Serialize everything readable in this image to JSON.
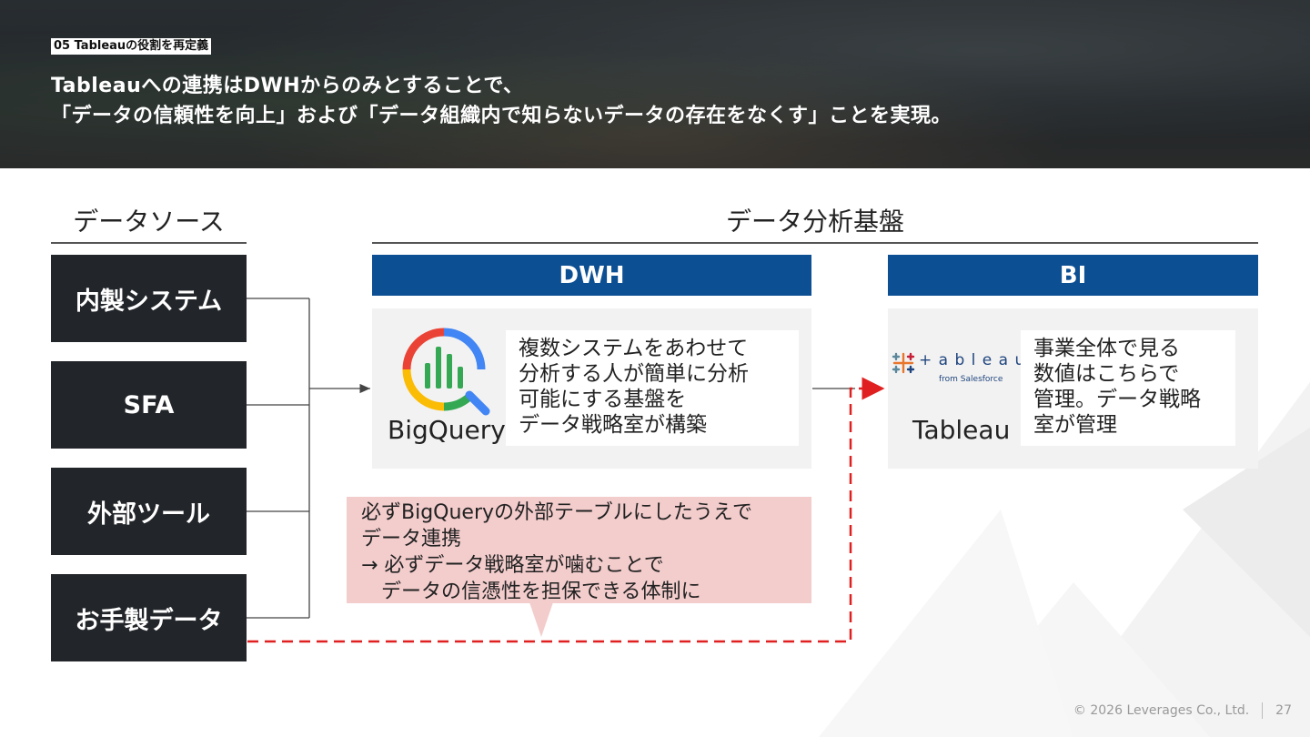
{
  "header": {
    "section_tag": "05 Tableauの役割を再定義",
    "headline_line1": "Tableauへの連携はDWHからのみとすることで、",
    "headline_line2": "「データの信頼性を向上」および「データ組織内で知らないデータの存在をなくす」ことを実現。"
  },
  "data_sources": {
    "title": "データソース",
    "items": [
      "内製システム",
      "SFA",
      "外部ツール",
      "お手製データ"
    ]
  },
  "platform": {
    "title": "データ分析基盤",
    "dwh": {
      "band_label": "DWH",
      "logo_caption": "BigQuery",
      "desc_lines": [
        "複数システムをあわせて",
        "分析する人が簡単に分析",
        "可能にする基盤を",
        "データ戦略室が構築"
      ]
    },
    "bi": {
      "band_label": "BI",
      "logo_wordmark": "+ a b l e a u",
      "logo_sub": "from Salesforce",
      "logo_caption": "Tableau",
      "desc_lines": [
        "事業全体で見る",
        "数値はこちらで",
        "管理。データ戦略",
        "室が管理"
      ]
    }
  },
  "note": {
    "lines": [
      "必ずBigQueryの外部テーブルにしたうえで",
      "データ連携",
      "→ 必ずデータ戦略室が噛むことで",
      "　データの信憑性を担保できる体制に"
    ]
  },
  "footer": {
    "copyright": "© 2026 Leverages Co., Ltd.",
    "page": "27"
  },
  "colors": {
    "band_blue": "#0d4f93",
    "source_box": "#222529",
    "note_pink": "#f3cccc",
    "dashed_red": "#e02020"
  }
}
